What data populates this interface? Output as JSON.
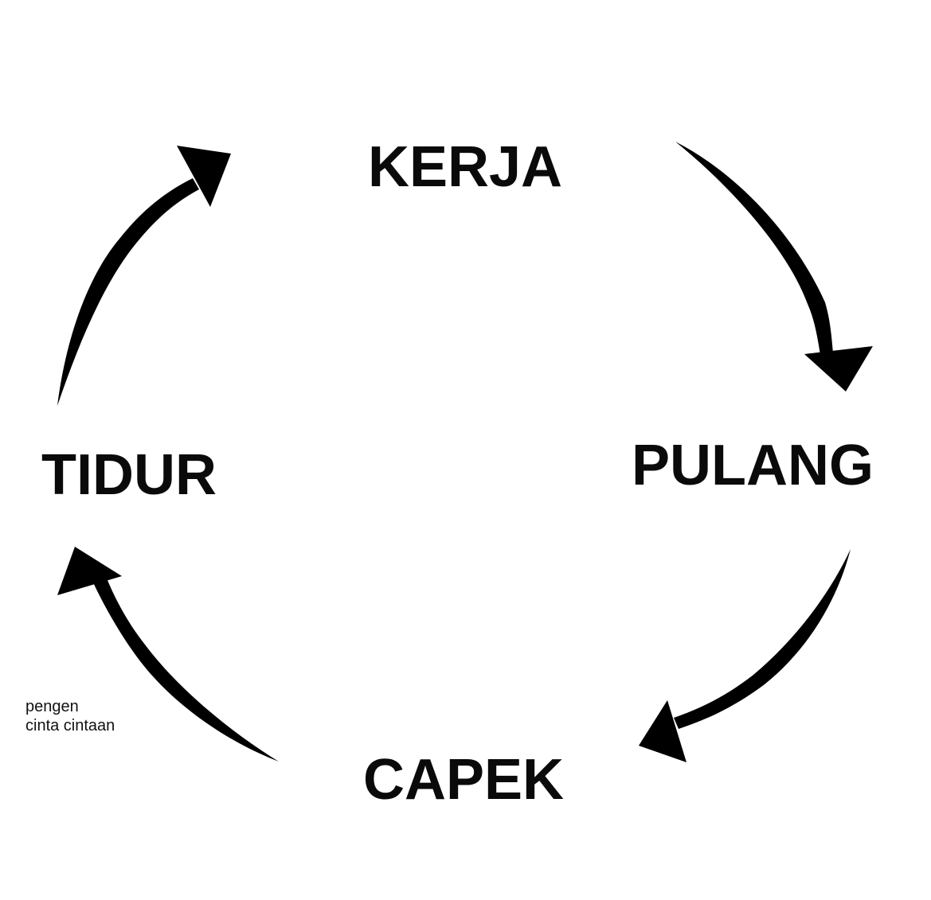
{
  "diagram": {
    "type": "cycle",
    "nodes": [
      {
        "id": "kerja",
        "label": "KERJA",
        "position": "top"
      },
      {
        "id": "pulang",
        "label": "PULANG",
        "position": "right"
      },
      {
        "id": "capek",
        "label": "CAPEK",
        "position": "bottom"
      },
      {
        "id": "tidur",
        "label": "TIDUR",
        "position": "left"
      }
    ],
    "edges": [
      {
        "from": "kerja",
        "to": "pulang"
      },
      {
        "from": "pulang",
        "to": "capek"
      },
      {
        "from": "capek",
        "to": "tidur",
        "annotation": "pengen cinta cintaan"
      },
      {
        "from": "tidur",
        "to": "kerja"
      }
    ],
    "annotation": {
      "line1": "pengen",
      "line2": "cinta cintaan"
    },
    "colors": {
      "background": "#ffffff",
      "ink": "#000000"
    }
  }
}
